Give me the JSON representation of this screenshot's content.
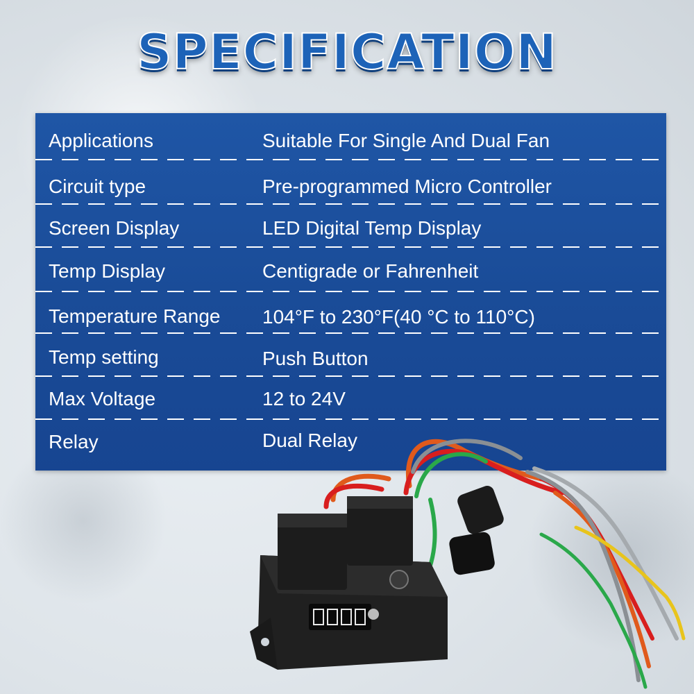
{
  "title": "SPECIFICATION",
  "specs": [
    {
      "label": "Applications",
      "value": "Suitable For Single And Dual Fan"
    },
    {
      "label": "Circuit type",
      "value": "Pre-programmed Micro Controller"
    },
    {
      "label": "Screen Display",
      "value": "LED Digital Temp Display"
    },
    {
      "label": "Temp Display",
      "value": "Centigrade or Fahrenheit"
    },
    {
      "label": "Temperature Range",
      "value": "104°F to 230°F(40 °C to 110°C)"
    },
    {
      "label": "Temp setting",
      "value": "Push Button"
    },
    {
      "label": "Max Voltage",
      "value": "12 to 24V"
    },
    {
      "label": "Relay",
      "value": "Dual Relay"
    }
  ],
  "colors": {
    "title_blue": "#1d63b8",
    "panel_blue": "#1a4c98",
    "text": "#ffffff"
  }
}
